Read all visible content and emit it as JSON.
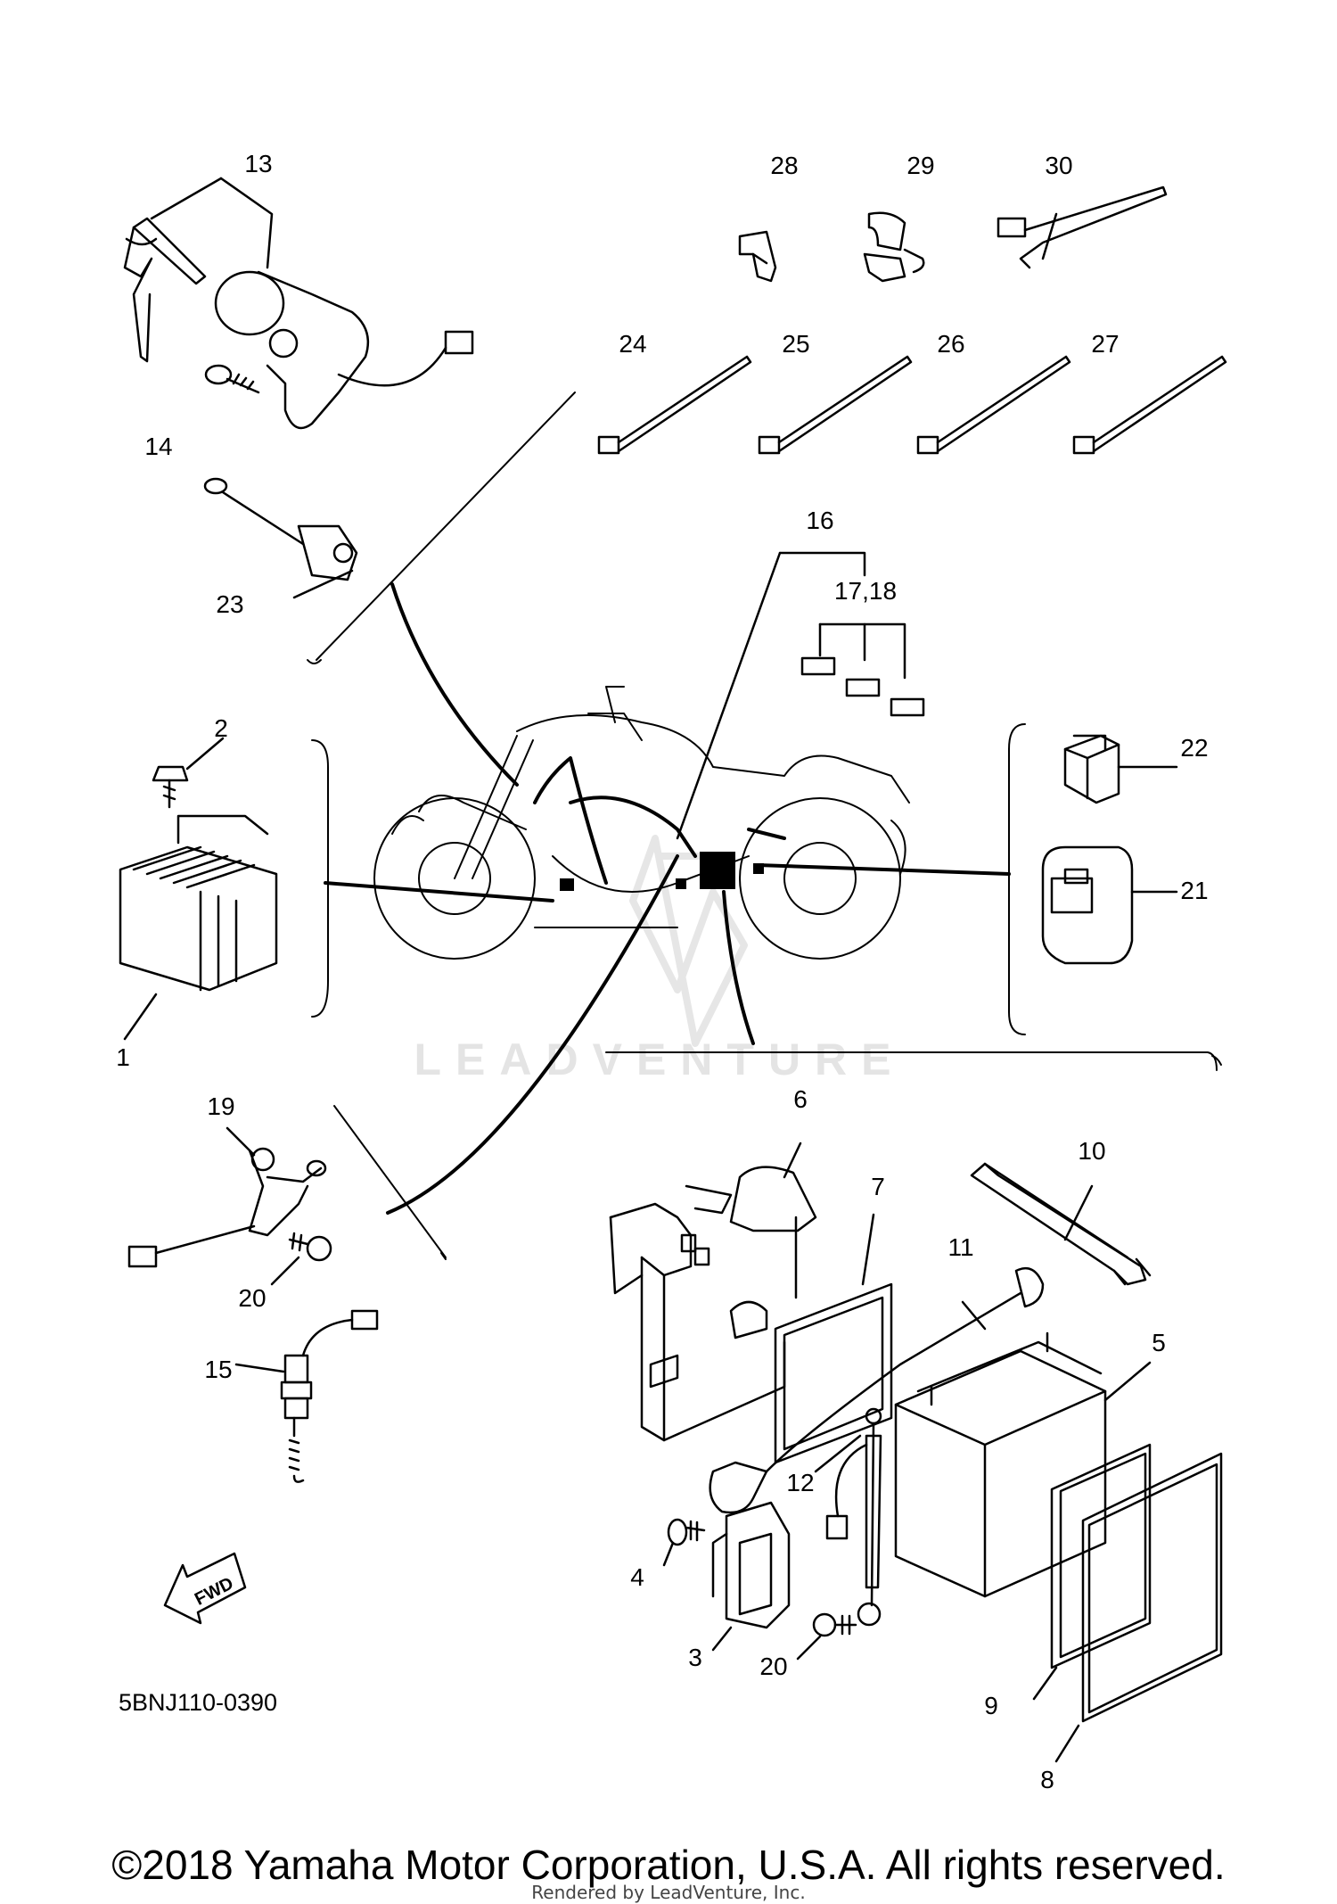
{
  "diagram_code": "5BNJ110-0390",
  "copyright": "©2018 Yamaha Motor Corporation, U.S.A. All rights reserved.",
  "rendered_by": "Rendered by LeadVenture, Inc.",
  "watermark": "LEADVENTURE",
  "fwd_label": "FWD",
  "callouts": {
    "c1": "1",
    "c2": "2",
    "c3": "3",
    "c4": "4",
    "c5": "5",
    "c6": "6",
    "c7": "7",
    "c8": "8",
    "c9": "9",
    "c10": "10",
    "c11": "11",
    "c12": "12",
    "c13": "13",
    "c14": "14",
    "c15": "15",
    "c16": "16",
    "c17_18": "17,18",
    "c19": "19",
    "c20a": "20",
    "c20b": "20",
    "c21": "21",
    "c22": "22",
    "c23": "23",
    "c24": "24",
    "c25": "25",
    "c26": "26",
    "c27": "27",
    "c28": "28",
    "c29": "29",
    "c30": "30"
  }
}
